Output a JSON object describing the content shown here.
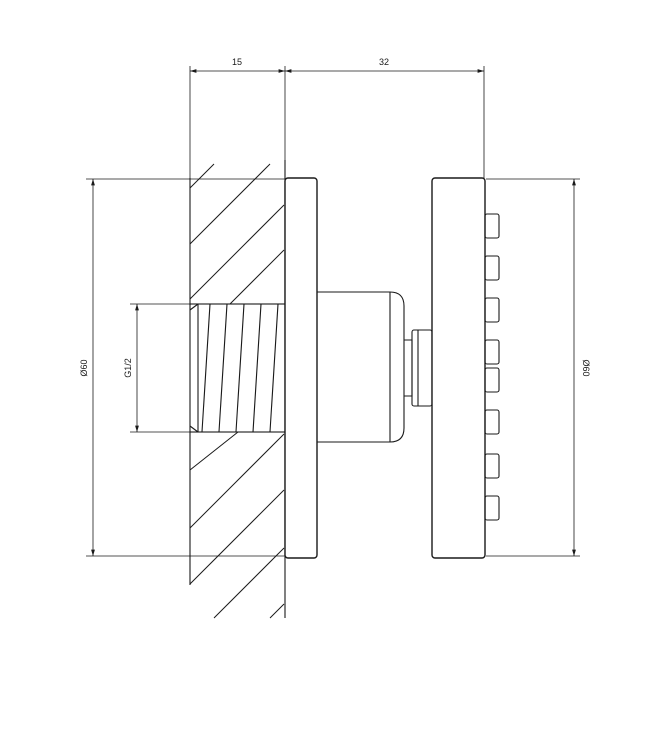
{
  "dimensions": {
    "top_left": "15",
    "top_right": "32",
    "left_outer": "Ø60",
    "thread": "G1/2",
    "right_outer": "Ø60"
  }
}
